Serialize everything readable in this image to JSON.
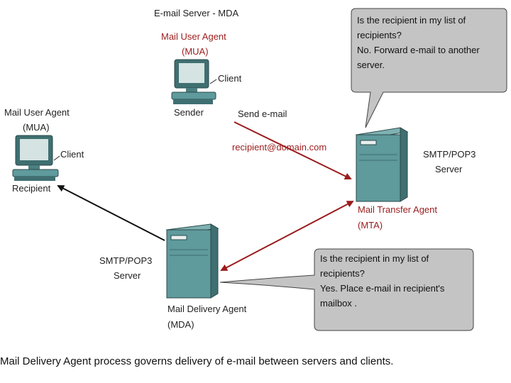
{
  "title": "E-mail Server - MDA",
  "sender": {
    "agent_line1": "Mail User Agent",
    "agent_line2": "(MUA)",
    "client": "Client",
    "role": "Sender"
  },
  "recipient": {
    "agent_line1": "Mail User Agent",
    "agent_line2": "(MUA)",
    "client": "Client",
    "role": "Recipient"
  },
  "send_label": "Send e-mail",
  "address": "recipient@domain.com",
  "mta_server": {
    "type_line1": "SMTP/POP3",
    "type_line2": "Server",
    "agent_line1": "Mail Transfer Agent",
    "agent_line2": "(MTA)"
  },
  "mda_server": {
    "type_line1": "SMTP/POP3",
    "type_line2": "Server",
    "agent_line1": "Mail Delivery Agent",
    "agent_line2": "(MDA)"
  },
  "bubble_top": {
    "line1": "Is the recipient in my list of",
    "line2": "recipients?",
    "line3": "No. Forward e-mail to another",
    "line4": "server."
  },
  "bubble_bottom": {
    "line1": "Is the recipient in my list of",
    "line2": "recipients?",
    "line3": "Yes. Place e-mail in recipient's",
    "line4": "mailbox ."
  },
  "caption": "Mail Delivery Agent process governs delivery of e-mail between servers and clients.",
  "colors": {
    "accent_red": "#9b1b1b",
    "server_teal": "#5f9a9c",
    "bubble_gray": "#c4c4c4"
  }
}
